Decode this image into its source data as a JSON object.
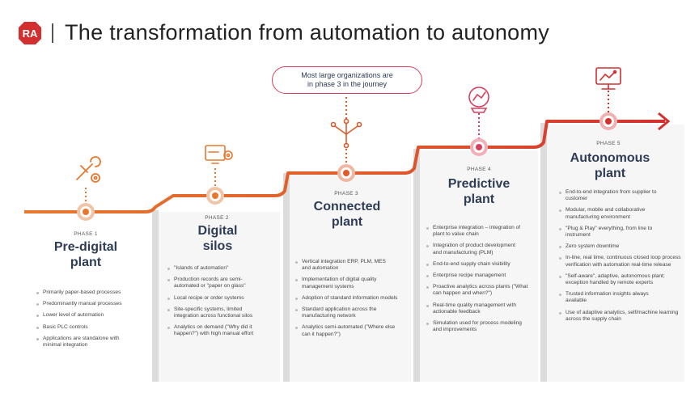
{
  "header": {
    "logo_text": "RA",
    "title": "The transformation from automation to autonomy"
  },
  "callout": {
    "line1": "Most large organizations are",
    "line2": "in phase 3 in the journey"
  },
  "colors": {
    "orange": "#e8772e",
    "red": "#d32f2f",
    "magenta": "#d64060",
    "navy": "#2f3c55",
    "panel": "#d9d9d9"
  },
  "phases": [
    {
      "label": "PHASE 1",
      "name_line1": "Pre-digital",
      "name_line2": "plant",
      "icon": "wrench-gear-icon",
      "items": [
        "Primarily paper-based processes",
        "Predominantly manual processes",
        "Lower level of automation",
        "Basic PLC controls",
        "Applications are standalone with minimal integration"
      ]
    },
    {
      "label": "PHASE 2",
      "name_line1": "Digital",
      "name_line2": "silos",
      "icon": "monitor-gear-icon",
      "items": [
        "\"Islands of automation\"",
        "Production records are semi-automated or \"paper on glass\"",
        "Local recipe or order systems",
        "Site-specific systems, limited integration across functional silos",
        "Analytics on demand (\"Why did it happen?\") with high manual effort"
      ]
    },
    {
      "label": "PHASE 3",
      "name_line1": "Connected",
      "name_line2": "plant",
      "icon": "network-nodes-icon",
      "items": [
        "Vertical integration ERP, PLM, MES and automation",
        "Implementation of digital quality management systems",
        "Adoption of standard information models",
        "Standard application across the manufacturing network",
        "Analytics semi-automated (\"Where else can it happen?\")"
      ]
    },
    {
      "label": "PHASE 4",
      "name_line1": "Predictive",
      "name_line2": "plant",
      "icon": "crystal-ball-icon",
      "items": [
        "Enterprise integration – integration of plant to value chain",
        "Integration of product development and manufacturing (PLM)",
        "End-to-end supply chain visibility",
        "Enterprise recipe management",
        "Proactive analytics across plants (\"What can happen and when?\")",
        "Real-time quality management with actionable feedback",
        "Simulation used for process modeling and improvements"
      ]
    },
    {
      "label": "PHASE 5",
      "name_line1": "Autonomous",
      "name_line2": "plant",
      "icon": "monitor-chart-icon",
      "items": [
        "End-to-end integration from supplier to customer",
        "Modular, mobile and collaborative manufacturing environment",
        "\"Plug & Play\" everything, from line to instrument",
        "Zero system downtime",
        "In-line, real time, continuous closed loop process verification with automation real-time release",
        "\"Self-aware\", adaptive, autonomous plant; exception handled by remote experts",
        "Trusted information insights always available",
        "Use of adaptive analytics, self/machine learning across the supply chain"
      ]
    }
  ]
}
